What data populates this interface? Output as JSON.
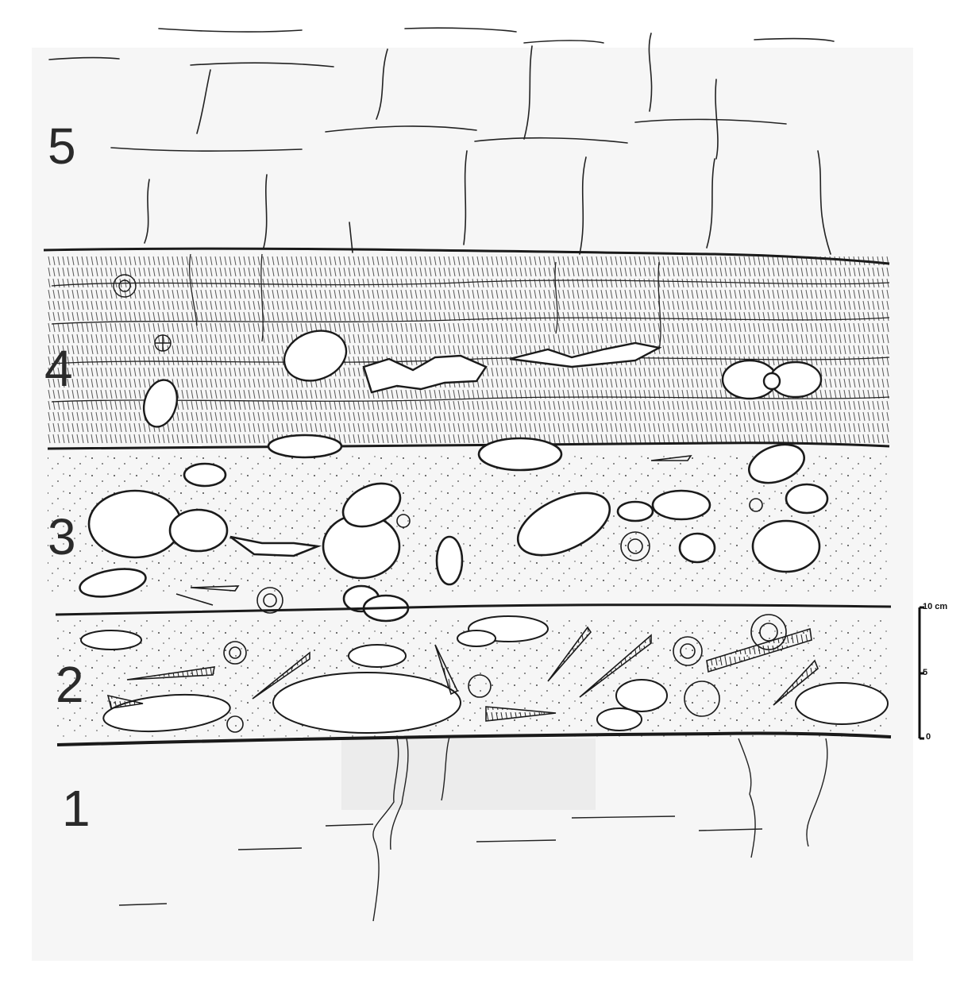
{
  "figure": {
    "layers": [
      {
        "id": "layer-5",
        "label": "5"
      },
      {
        "id": "layer-4",
        "label": "4"
      },
      {
        "id": "layer-3",
        "label": "3"
      },
      {
        "id": "layer-2",
        "label": "2"
      },
      {
        "id": "layer-1",
        "label": "1"
      }
    ],
    "scale_bar": {
      "top_label": "10 cm",
      "mid_label": "5",
      "bottom_label": "0"
    }
  },
  "colors": {
    "ink": "#1a1a1a",
    "paper": "#ffffff",
    "shade": "#f1f1f1"
  }
}
